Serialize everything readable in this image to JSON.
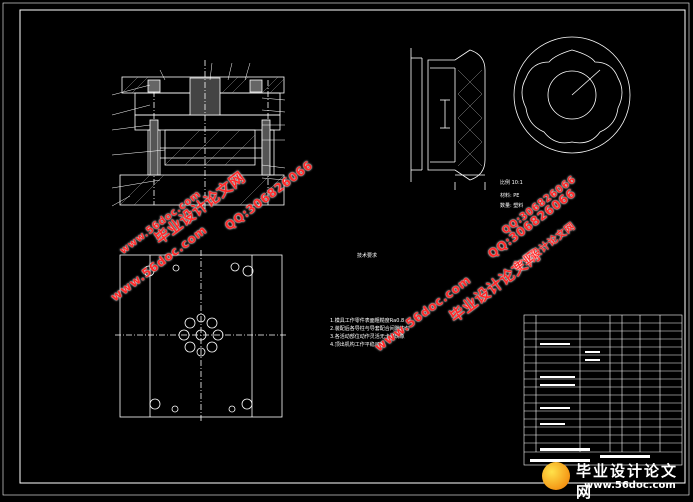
{
  "drawing": {
    "title": "毕业设计论文网"
  },
  "watermarks": [
    {
      "text": "毕业设计论文网"
    },
    {
      "text": "www.56doc.com"
    },
    {
      "text": "QQ:306826066"
    },
    {
      "text": "毕业设计论文网"
    },
    {
      "text": "www.56doc.com"
    },
    {
      "text": "QQ:306826066"
    },
    {
      "text": "www.56doc.com"
    },
    {
      "text": "QQ:306826066"
    },
    {
      "text": "毕业设计论文网"
    }
  ],
  "part_labels": {
    "scale": "比例 10:1",
    "material": "材料: PE",
    "qty": "数量: 塑料"
  },
  "notes": {
    "heading": "技术要求",
    "lines": [
      "1.模具工作零件表面粗糙度Ra0.8",
      "2.装配后各导柱与导套配合间隙均匀",
      "3.各活动部位动作灵活无卡滞现象",
      "4.顶出机构工作平稳可靠"
    ]
  },
  "bottom_logo": {
    "name": "毕业设计论文网",
    "url": "www.56doc.com"
  },
  "colors": {
    "line": "#ffffff",
    "watermark": "#ff2a2a",
    "background": "#000000"
  }
}
